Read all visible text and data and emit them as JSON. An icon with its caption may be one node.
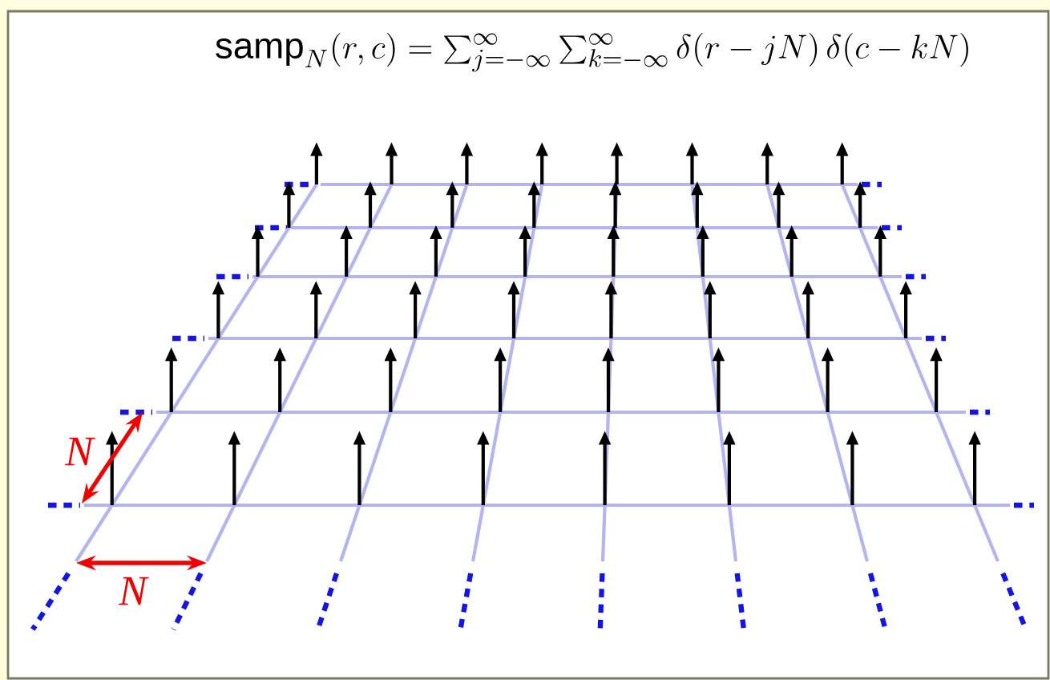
{
  "diagram": {
    "title": "\\mathsf{samp}_{N}(r,c)=\\sum_{j=-\\infty}^{\\infty}\\sum_{k=-\\infty}^{\\infty}\\delta(r-jN)\\,\\delta(c-kN)",
    "labels": [
      "*N*",
      "*N*"
    ]
  }
}
